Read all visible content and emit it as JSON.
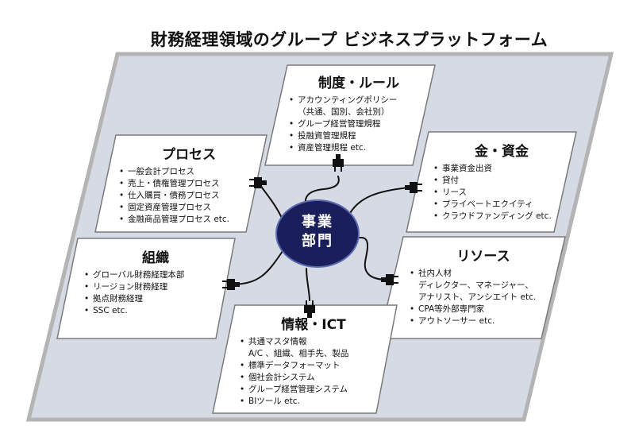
{
  "title": "財務経理領域のグループ ビジネスプラットフォーム",
  "hub": {
    "line1": "事業",
    "line2": "部門"
  },
  "boxes": {
    "rules": {
      "title": "制度・ルール",
      "items": [
        [
          "アカウンティングポリシー",
          "（共通、国別、会社別）"
        ],
        [
          "グループ経営管理規程"
        ],
        [
          "投融資管理規程"
        ],
        [
          "資産管理規程 etc."
        ]
      ]
    },
    "process": {
      "title": "プロセス",
      "items": [
        [
          "一般会計プロセス"
        ],
        [
          "売上・債権管理プロセス"
        ],
        [
          "仕入購買・債務プロセス"
        ],
        [
          "固定資産管理プロセス"
        ],
        [
          "金融商品管理プロセス etc."
        ]
      ]
    },
    "money": {
      "title": "金・資金",
      "items": [
        [
          "事業資金出資"
        ],
        [
          "貸付"
        ],
        [
          "リース"
        ],
        [
          "プライベートエクイティ"
        ],
        [
          "クラウドファンディング etc."
        ]
      ]
    },
    "org": {
      "title": "組織",
      "items": [
        [
          "グローバル財務経理本部"
        ],
        [
          "リージョン財務経理"
        ],
        [
          "拠点財務経理"
        ],
        [
          "SSC etc."
        ]
      ]
    },
    "resource": {
      "title": "リソース",
      "items": [
        [
          "社内人材",
          "ディレクター、マネージャー、",
          "アナリスト、アンシエイト etc."
        ],
        [
          "CPA等外部専門家"
        ],
        [
          "アウトソーサー etc."
        ]
      ]
    },
    "info": {
      "title": "情報・ICT",
      "items": [
        [
          "共通マスタ情報",
          "A/C 、組織、相手先、製品"
        ],
        [
          "標準データフォーマット"
        ],
        [
          "個社会計システム"
        ],
        [
          "グループ経営管理システム"
        ],
        [
          "BIツール etc."
        ]
      ]
    }
  },
  "colors": {
    "platform_fill": "#d6dae4",
    "platform_border": "#b4b4b4",
    "box_border": "#7a7a7a",
    "hub_fill": "#1a1f5c",
    "hub_border": "#5a6ab0",
    "cable": "#111111"
  },
  "icons": [
    "plug-icon"
  ]
}
